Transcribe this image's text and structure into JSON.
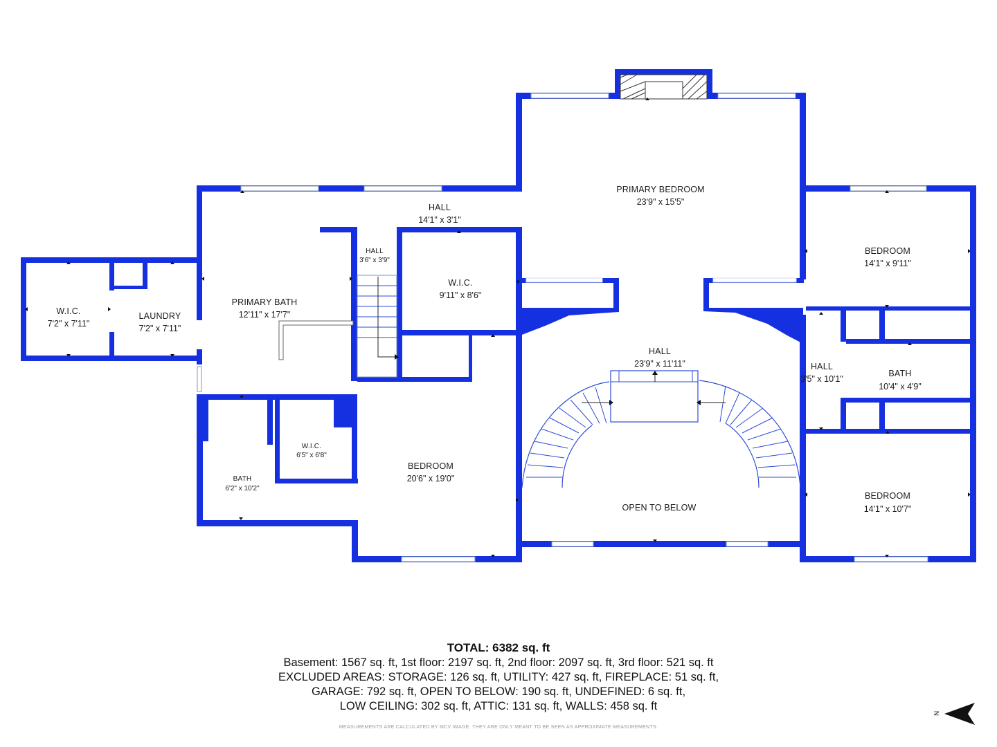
{
  "rooms": {
    "primary_bedroom": {
      "name": "PRIMARY BEDROOM",
      "dims": "23'9\" x 15'5\""
    },
    "hall_top": {
      "name": "HALL",
      "dims": "14'1\" x 3'1\""
    },
    "hall_small": {
      "name": "HALL",
      "dims": "3'6\" x 3'9\""
    },
    "wic_center": {
      "name": "W.I.C.",
      "dims": "9'11\" x 8'6\""
    },
    "wic_left": {
      "name": "W.I.C.",
      "dims": "7'2\" x 7'11\""
    },
    "laundry": {
      "name": "LAUNDRY",
      "dims": "7'2\" x 7'11\""
    },
    "primary_bath": {
      "name": "PRIMARY BATH",
      "dims": "12'11\" x 17'7\""
    },
    "bedroom_ne": {
      "name": "BEDROOM",
      "dims": "14'1\" x 9'11\""
    },
    "hall_center": {
      "name": "HALL",
      "dims": "23'9\" x 11'11\""
    },
    "hall_right": {
      "name": "HALL",
      "dims": "3'5\" x 10'1\""
    },
    "bath_right": {
      "name": "BATH",
      "dims": "10'4\" x 4'9\""
    },
    "wic_bath": {
      "name": "W.I.C.",
      "dims": "6'5\" x 6'8\""
    },
    "bath_left": {
      "name": "BATH",
      "dims": "6'2\" x 10'2\""
    },
    "bedroom_center": {
      "name": "BEDROOM",
      "dims": "20'6\" x 19'0\""
    },
    "open_below": {
      "name": "OPEN TO BELOW"
    },
    "bedroom_se": {
      "name": "BEDROOM",
      "dims": "14'1\" x 10'7\""
    }
  },
  "summary": {
    "total": "TOTAL: 6382 sq. ft",
    "line1": "Basement: 1567 sq. ft, 1st floor: 2197 sq. ft, 2nd floor: 2097 sq. ft, 3rd floor: 521 sq. ft",
    "line2": "EXCLUDED AREAS: STORAGE: 126 sq. ft, UTILITY: 427 sq. ft, FIREPLACE: 51 sq. ft,",
    "line3": "GARAGE: 792 sq. ft, OPEN TO BELOW: 190 sq. ft, UNDEFINED: 6 sq. ft,",
    "line4": "LOW CEILING: 302 sq. ft, ATTIC: 131 sq. ft, WALLS: 458 sq. ft",
    "disclaimer": "MEASUREMENTS ARE CALCULATED BY MCV IMAGE. THEY ARE ONLY MEANT TO BE SEEN AS APPROXIMATE MEASUREMENTS."
  },
  "compass": {
    "label": "N",
    "icon": "north-arrow-icon"
  },
  "colors": {
    "wall": "#1530e0",
    "window": "#ffffff",
    "text": "#1a1a1a"
  }
}
